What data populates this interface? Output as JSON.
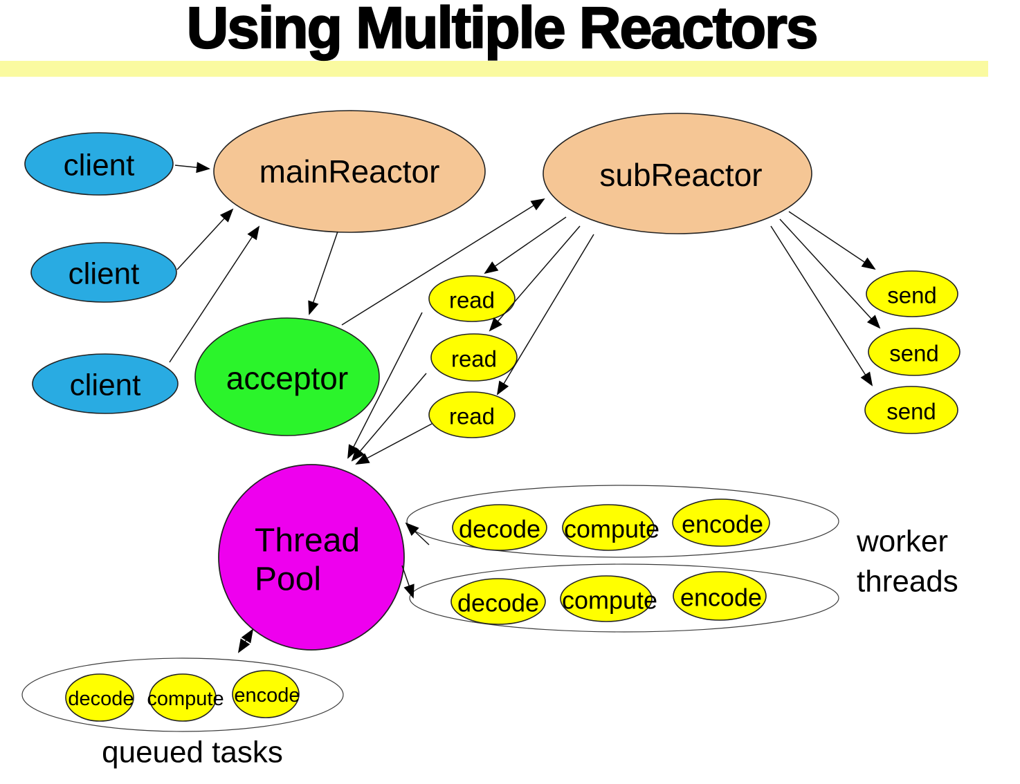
{
  "title": "Using Multiple Reactors",
  "diagram": {
    "clients": [
      "client",
      "client",
      "client"
    ],
    "main_reactor": "mainReactor",
    "sub_reactor": "subReactor",
    "acceptor": "acceptor",
    "reads": [
      "read",
      "read",
      "read"
    ],
    "sends": [
      "send",
      "send",
      "send"
    ],
    "thread_pool": {
      "line1": "Thread",
      "line2": "Pool"
    },
    "worker_rows": [
      {
        "tasks": [
          "decode",
          "compute",
          "encode"
        ]
      },
      {
        "tasks": [
          "decode",
          "compute",
          "encode"
        ]
      }
    ],
    "queued_row": {
      "tasks": [
        "decode",
        "compute",
        "encode"
      ]
    },
    "captions": {
      "worker_threads": [
        "worker",
        "threads"
      ],
      "queued_tasks": "queued tasks"
    },
    "edges": [
      "client1 -> mainReactor",
      "client2 -> mainReactor",
      "client3 -> mainReactor",
      "mainReactor -> acceptor",
      "acceptor -> subReactor",
      "subReactor -> read1",
      "subReactor -> read2",
      "subReactor -> read3",
      "subReactor -> send1",
      "subReactor -> send2",
      "subReactor -> send3",
      "read1 -> threadPool",
      "read2 -> threadPool",
      "read3 -> threadPool",
      "workerRow1 -> threadPool",
      "threadPool -> workerRow2",
      "threadPool <-> queuedTasks"
    ]
  },
  "colors": {
    "client_fill": "#29ABE2",
    "reactor_fill": "#F5C695",
    "acceptor_fill": "#2BF42B",
    "task_fill": "#FFFF00",
    "thread_pool_fill": "#EE00EE",
    "title_bar": "#FAFAA0"
  }
}
